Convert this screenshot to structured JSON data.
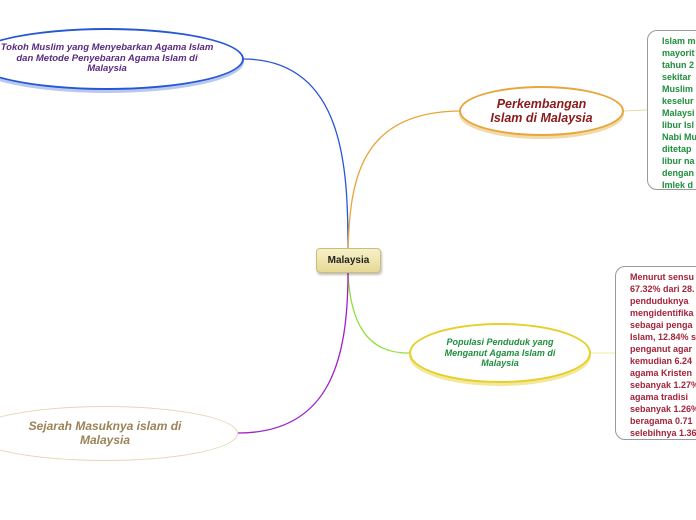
{
  "center": {
    "label": "Malaysia"
  },
  "topics": {
    "tokoh": {
      "label": "Tokoh Muslim yang Menyebarkan Agama Islam dan Metode Penyebaran Agama Islam di Malaysia"
    },
    "perkembangan": {
      "label": "Perkembangan Islam di Malaysia"
    },
    "populasi": {
      "label": "Populasi Penduduk yang Menganut Agama Islam di Malaysia"
    },
    "sejarah": {
      "label": "Sejarah Masuknya islam di Malaysia"
    }
  },
  "notes": {
    "perkembangan": {
      "lines": [
        "Islam m",
        "mayorit",
        "tahun 2",
        "sekitar",
        "Muslim",
        "keselur",
        "Malaysi",
        "libur Isl",
        "Nabi Mu",
        "ditetap",
        "libur na",
        "dengan",
        "Imlek d"
      ]
    },
    "populasi": {
      "lines": [
        "Menurut sensu",
        "67.32% dari 28.",
        "penduduknya",
        "mengidentifika",
        "sebagai penga",
        "Islam, 12.84% s",
        "penganut agar",
        "kemudian 6.24",
        "agama Kristen",
        "sebanyak 1.27%",
        "agama tradisi",
        "sebanyak 1.26%",
        "beragama 0.71",
        "selebihnya 1.36"
      ]
    }
  },
  "colors": {
    "branch_tokoh": "#2657d4",
    "branch_perkembangan": "#e8a53c",
    "branch_populasi": "#8fe03a",
    "branch_sejarah": "#a020c8",
    "note_perkembangan_text": "#1e8f3c",
    "note_populasi_text": "#a3243a"
  }
}
